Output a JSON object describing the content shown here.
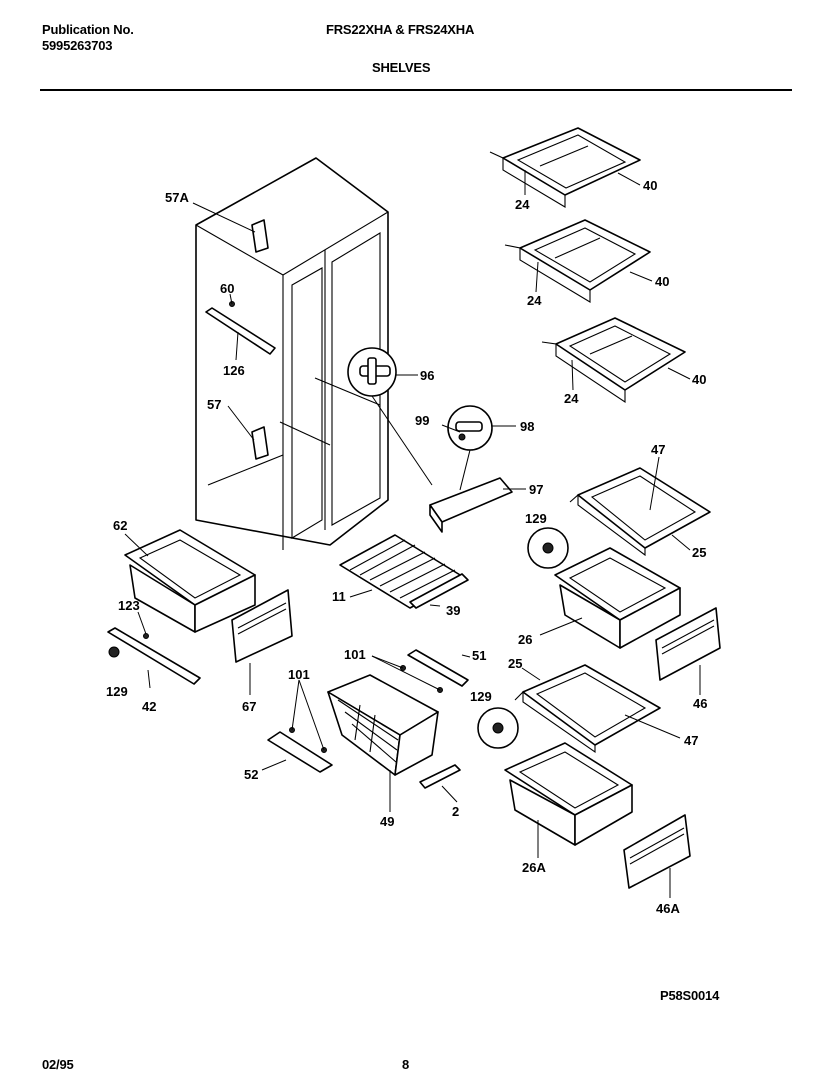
{
  "header": {
    "publication_label": "Publication No.",
    "publication_number": "5995263703",
    "models": "FRS22XHA & FRS24XHA",
    "section_title": "SHELVES"
  },
  "callouts": {
    "c57A": "57A",
    "c60": "60",
    "c126": "126",
    "c57": "57",
    "c96": "96",
    "c99": "99",
    "c98": "98",
    "c97": "97",
    "c62": "62",
    "c123": "123",
    "c129a": "129",
    "c42": "42",
    "c67": "67",
    "c11": "11",
    "c39": "39",
    "c101a": "101",
    "c51": "51",
    "c101b": "101",
    "c52": "52",
    "c49": "49",
    "c2": "2",
    "c24a": "24",
    "c40a": "40",
    "c24b": "24",
    "c40b": "40",
    "c24c": "24",
    "c40c": "40",
    "c47a": "47",
    "c129b": "129",
    "c25a": "25",
    "c26": "26",
    "c46": "46",
    "c25b": "25",
    "c129c": "129",
    "c47b": "47",
    "c26A": "26A",
    "c46A": "46A"
  },
  "footer": {
    "drawing_code": "P58S0014",
    "date": "02/95",
    "page_number": "8"
  }
}
